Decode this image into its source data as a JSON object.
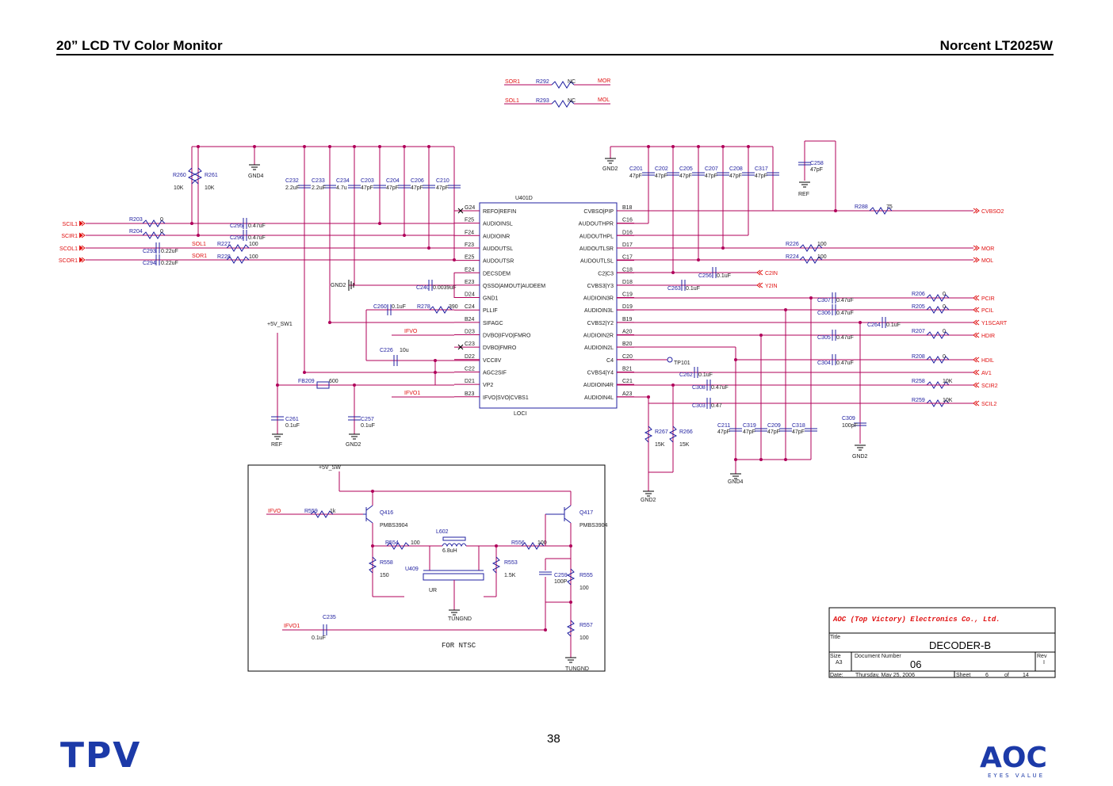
{
  "header": {
    "left_title": "20” LCD TV Color Monitor",
    "right_title": "Norcent LT2025W"
  },
  "page_number": "38",
  "logos": {
    "left": "TPV",
    "right": "AOC",
    "right_tagline": "EYES VALUE"
  },
  "colors": {
    "wire": "#b0005a",
    "component": "#2020a0",
    "label_red": "#e01010",
    "text": "#000000",
    "box": "#000000"
  },
  "top_links": [
    {
      "left": "SOR1",
      "ref": "R292",
      "val": "NC",
      "right": "MOR"
    },
    {
      "left": "SOL1",
      "ref": "R293",
      "val": "NC",
      "right": "MOL"
    }
  ],
  "ic": {
    "ref": "U401D",
    "unit": "LOCI",
    "left_pins": [
      {
        "num": "G24",
        "name": "REFO|REFIN"
      },
      {
        "num": "F25",
        "name": "AUDIOINSL"
      },
      {
        "num": "F24",
        "name": "AUDIOINR"
      },
      {
        "num": "F23",
        "name": "AUDOUTSL"
      },
      {
        "num": "E25",
        "name": "AUDOUTSR"
      },
      {
        "num": "E24",
        "name": "DECSDEM"
      },
      {
        "num": "E23",
        "name": "QSSO|AMOUT|AUDEEM"
      },
      {
        "num": "D24",
        "name": "GND1"
      },
      {
        "num": "C24",
        "name": "PLLIF"
      },
      {
        "num": "B24",
        "name": "SIFAGC"
      },
      {
        "num": "D23",
        "name": "DVBO|IFVO|FMRO"
      },
      {
        "num": "C23",
        "name": "DVBO|FMRO"
      },
      {
        "num": "D22",
        "name": "VCC8V"
      },
      {
        "num": "C22",
        "name": "AGC2SIF"
      },
      {
        "num": "D21",
        "name": "VP2"
      },
      {
        "num": "B23",
        "name": "IFVO|SVO|CVBS1"
      }
    ],
    "right_pins": [
      {
        "num": "B18",
        "name": "CVBSO|PIP"
      },
      {
        "num": "C16",
        "name": "AUDOUTHPR"
      },
      {
        "num": "D16",
        "name": "AUDOUTHPL"
      },
      {
        "num": "D17",
        "name": "AUDOUTLSR"
      },
      {
        "num": "C17",
        "name": "AUDOUTLSL"
      },
      {
        "num": "C18",
        "name": "C2|C3"
      },
      {
        "num": "D18",
        "name": "CVBS3|Y3"
      },
      {
        "num": "C19",
        "name": "AUDIOIN3R"
      },
      {
        "num": "D19",
        "name": "AUDIOIN3L"
      },
      {
        "num": "B19",
        "name": "CVBS2|Y2"
      },
      {
        "num": "A20",
        "name": "AUDIOIN2R"
      },
      {
        "num": "B20",
        "name": "AUDIOIN2L"
      },
      {
        "num": "C20",
        "name": "C4"
      },
      {
        "num": "B21",
        "name": "CVBS4|Y4"
      },
      {
        "num": "C21",
        "name": "AUDIOIN4R"
      },
      {
        "num": "A23",
        "name": "AUDIOIN4L"
      }
    ]
  },
  "left_ports": [
    "SCIL1",
    "SCIR1",
    "SCOL1",
    "SCOR1"
  ],
  "right_ports": [
    "CVBSO2",
    "MOR",
    "MOL",
    "C2IN",
    "Y2IN",
    "PCIR",
    "PCIL",
    "Y1SCART",
    "HDIR",
    "HDIL",
    "AV1",
    "SCIR2",
    "SCIL2"
  ],
  "top_caps": [
    {
      "ref": "C232",
      "val": "2.2uF"
    },
    {
      "ref": "C233",
      "val": "2.2uF"
    },
    {
      "ref": "C234",
      "val": "4.7u"
    },
    {
      "ref": "C203",
      "val": "47pF"
    },
    {
      "ref": "C204",
      "val": "47pF"
    },
    {
      "ref": "C206",
      "val": "47pF"
    },
    {
      "ref": "C210",
      "val": "47pF"
    }
  ],
  "right_caps": [
    {
      "ref": "C201",
      "val": "47pF"
    },
    {
      "ref": "C202",
      "val": "47pF"
    },
    {
      "ref": "C205",
      "val": "47pF"
    },
    {
      "ref": "C207",
      "val": "47pF"
    },
    {
      "ref": "C208",
      "val": "47pF"
    },
    {
      "ref": "C317",
      "val": "47pF"
    }
  ],
  "bottom_caps": [
    {
      "ref": "C211",
      "val": "47pF"
    },
    {
      "ref": "C319",
      "val": "47pF"
    },
    {
      "ref": "C209",
      "val": "47pF"
    },
    {
      "ref": "C318",
      "val": "47pF"
    }
  ],
  "labels": {
    "r260": "R260",
    "r261": "R261",
    "r260v": "10K",
    "r261v": "10K",
    "gnd4": "GND4",
    "gnd2": "GND2",
    "ref": "REF",
    "c258": "C258",
    "c258v": "47pF",
    "r288": "R288",
    "r288v": "75",
    "r203": "R203",
    "r203v": "0",
    "r204": "R204",
    "r204v": "0",
    "c295": "C295",
    "c295v": "0.47uF",
    "c296": "C296",
    "c296v": "0.47uF",
    "c293": "C293",
    "c293v": "0.22uF",
    "c294": "C294",
    "c294v": "0.22uF",
    "sol1": "SOL1",
    "sor1": "SOR1",
    "r227": "R227",
    "r227v": "100",
    "r228": "R228",
    "r228v": "100",
    "r226": "R226",
    "r226v": "100",
    "r224": "R224",
    "r224v": "100",
    "c256": "C256",
    "c256v": "0.1uF",
    "c263": "C263",
    "c263v": "0.1uF",
    "c240": "C240",
    "c240v": "0.0039uF",
    "c260": "C260",
    "c260v": "0.1uF",
    "r278": "R278",
    "r278v": "390",
    "ifvo": "IFVO",
    "ifvo1": "IFVO1",
    "c226": "C226",
    "c226v": "10u",
    "v5sw1": "+5V_SW1",
    "fb209": "FB209",
    "fb209v": "600",
    "c261": "C261",
    "c261v": "0.1uF",
    "c257": "C257",
    "c257v": "0.1uF",
    "c307": "C307",
    "c307v": "0.47uF",
    "c306": "C306",
    "c306v": "0.47uF",
    "c264": "C264",
    "c264v": "0.1uF",
    "c305": "C305",
    "c305v": "0.47uF",
    "c304": "C304",
    "c304v": "0.47uF",
    "r206": "R206",
    "r206v": "0",
    "r205": "R205",
    "r205v": "0",
    "r207": "R207",
    "r207v": "0",
    "r208": "R208",
    "r208v": "0",
    "r258": "R258",
    "r258v": "10K",
    "r259": "R259",
    "r259v": "10K",
    "tp101": "TP101",
    "c262": "C262",
    "c262v": "0.1uF",
    "c308": "C308",
    "c308v": "0.47uF",
    "c303": "C303",
    "c303v": "0.47",
    "c309": "C309",
    "c309v": "100pF",
    "r267": "R267",
    "r267v": "15K",
    "r266": "R266",
    "r266v": "15K"
  },
  "ntsc": {
    "v5sw": "+5V_SW",
    "ifvo": "IFVO",
    "ifvo1": "IFVO1",
    "r559": "R559",
    "r559v": "1k",
    "q416": "Q416",
    "q416t": "PMBS3904",
    "q417": "Q417",
    "q417t": "PMBS3904",
    "l602": "L602",
    "l602v": "6.8uH",
    "r554": "R554",
    "r554v": "100",
    "r556": "R556",
    "r556v": "100",
    "r558": "R558",
    "r558v": "150",
    "u409": "U409",
    "ur": "UR",
    "r553": "R553",
    "r553v": "1.5K",
    "c259": "C259",
    "c259v": "100P",
    "r555": "R555",
    "r555v": "100",
    "c235": "C235",
    "c235v": "0.1uF",
    "r557": "R557",
    "r557v": "100",
    "tungnd": "TUNGND",
    "note": "FOR NTSC"
  },
  "title_block": {
    "company": "AOC (Top Victory) Electronics Co., Ltd.",
    "title_label": "Title",
    "title": "DECODER-B",
    "size_label": "Size",
    "size": "A3",
    "docnum_label": "Document Number",
    "docnum": "06",
    "rev_label": "Rev",
    "rev": "I",
    "date_label": "Date:",
    "date": "Thursday, May 25, 2006",
    "sheet_label": "Sheet",
    "sheet": "6",
    "of_label": "of",
    "total": "14"
  }
}
